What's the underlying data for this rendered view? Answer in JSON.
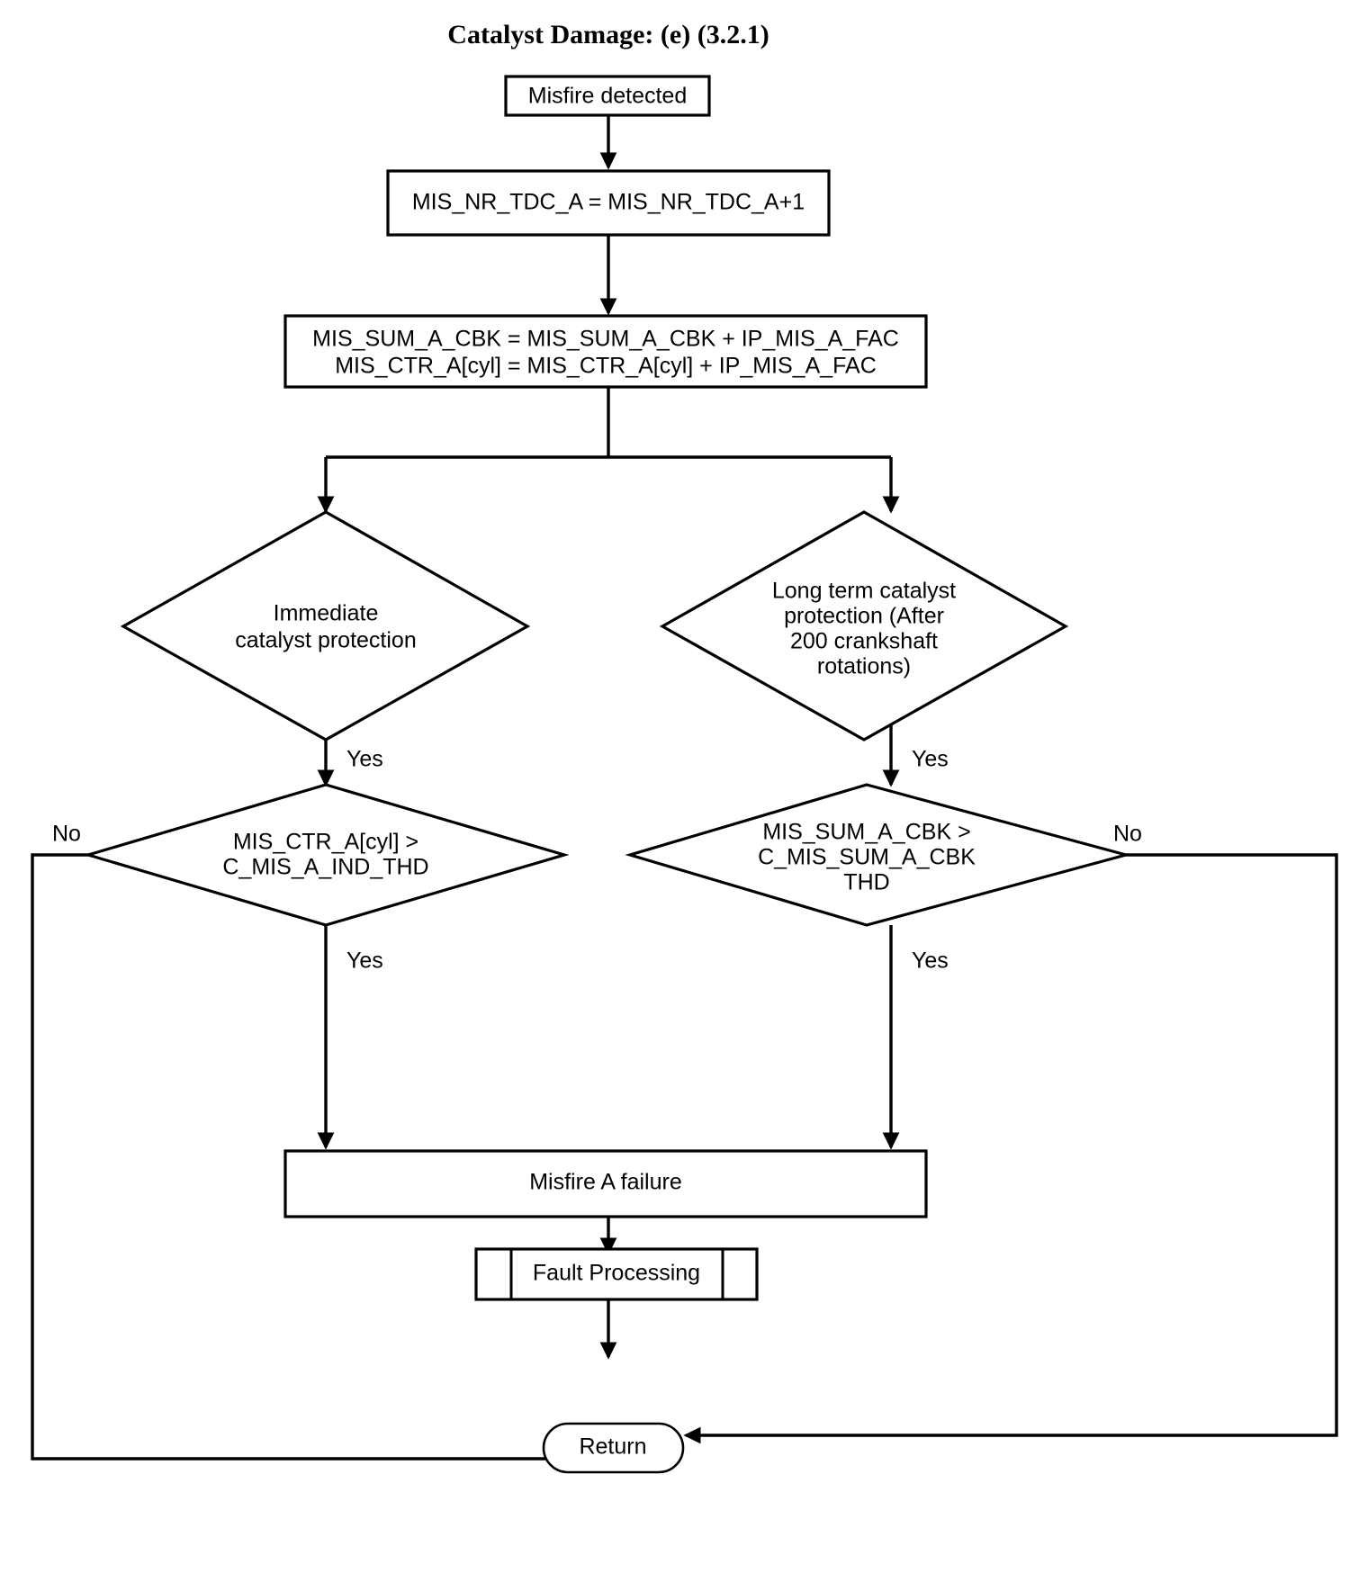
{
  "diagram": {
    "title": "Catalyst Damage: (e) (3.2.1)",
    "type": "flowchart",
    "background_color": "#ffffff",
    "line_color": "#000000",
    "nodes": {
      "start": {
        "shape": "process",
        "label": "Misfire detected"
      },
      "increment_tdc": {
        "shape": "process",
        "label": "MIS_NR_TDC_A = MIS_NR_TDC_A+1"
      },
      "accumulate": {
        "shape": "process",
        "line1": "MIS_SUM_A_CBK = MIS_SUM_A_CBK + IP_MIS_A_FAC",
        "line2": "MIS_CTR_A[cyl] = MIS_CTR_A[cyl] + IP_MIS_A_FAC"
      },
      "immediate_protection": {
        "shape": "decision",
        "line1": "Immediate",
        "line2": "catalyst protection"
      },
      "long_term_protection": {
        "shape": "decision",
        "line1": "Long term catalyst",
        "line2": "protection (After",
        "line3": "200 crankshaft",
        "line4": "rotations)"
      },
      "ctr_threshold": {
        "shape": "decision",
        "line1": "MIS_CTR_A[cyl] >",
        "line2": "C_MIS_A_IND_THD"
      },
      "sum_threshold": {
        "shape": "decision",
        "line1": "MIS_SUM_A_CBK >",
        "line2": "C_MIS_SUM_A_CBK",
        "line3": "THD"
      },
      "misfire_failure": {
        "shape": "process",
        "label": "Misfire A failure"
      },
      "fault_processing": {
        "shape": "predefined-process",
        "label": "Fault Processing"
      },
      "return": {
        "shape": "terminator",
        "label": "Return"
      }
    },
    "edge_labels": {
      "immediate_yes": "Yes",
      "long_term_yes": "Yes",
      "ctr_yes": "Yes",
      "ctr_no": "No",
      "sum_yes": "Yes",
      "sum_no": "No"
    }
  }
}
